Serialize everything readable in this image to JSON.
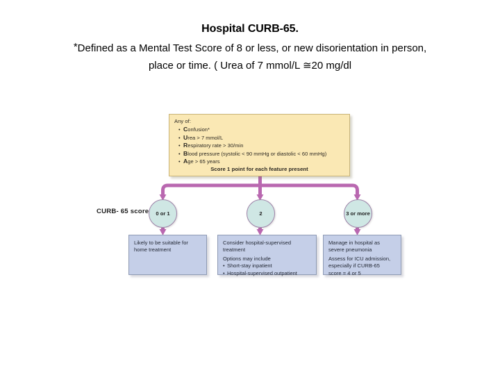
{
  "heading": {
    "title": "Hospital CURB-65.",
    "footnote_marker": "*",
    "subtitle_line1": "Defined as a Mental Test Score of 8 or less, or new disorientation in person,",
    "subtitle_line2": "place or time. ( Urea of 7 mmol/L ≅20 mg/dl"
  },
  "colors": {
    "criteria_fill": "#fae8b4",
    "criteria_border": "#c9b478",
    "outcome_fill": "#c5cfe8",
    "outcome_border": "#8e9ab4",
    "node_fill": "#cfe7e4",
    "node_border": "#9d82a8",
    "connector": "#b968b0",
    "text": "#1f2430"
  },
  "criteria": {
    "intro": "Any of:",
    "items": [
      {
        "cap": "C",
        "rest": "onfusion*"
      },
      {
        "cap": "U",
        "rest": "rea > 7 mmol/L"
      },
      {
        "cap": "R",
        "rest": "espiratory rate > 30/min"
      },
      {
        "cap": "B",
        "rest": "lood pressure (systolic < 90 mmHg or diastolic < 60 mmHg)"
      },
      {
        "cap": "A",
        "rest": "ge > 65 years"
      }
    ],
    "score_rule": "Score 1 point for each feature present"
  },
  "score_row": {
    "label": "CURB- 65 score",
    "nodes": [
      {
        "value": "0 or 1"
      },
      {
        "value": "2"
      },
      {
        "value": "3 or more"
      }
    ]
  },
  "outcomes": [
    {
      "lines": [
        "Likely to be suitable for",
        "home treatment"
      ],
      "sub_intro": "",
      "sub_items": []
    },
    {
      "lines": [
        "Consider hospital-supervised",
        "treatment"
      ],
      "sub_intro": "Options may include",
      "sub_items": [
        "Short-stay inpatient",
        "Hospital-supervised outpatient"
      ]
    },
    {
      "lines": [
        "Manage in hospital as",
        "severe pneumonia"
      ],
      "sub_intro": "Assess for ICU admission,",
      "sub_items": [],
      "extra_lines": [
        "especially if CURB-65",
        "score = 4 or 5"
      ]
    }
  ]
}
